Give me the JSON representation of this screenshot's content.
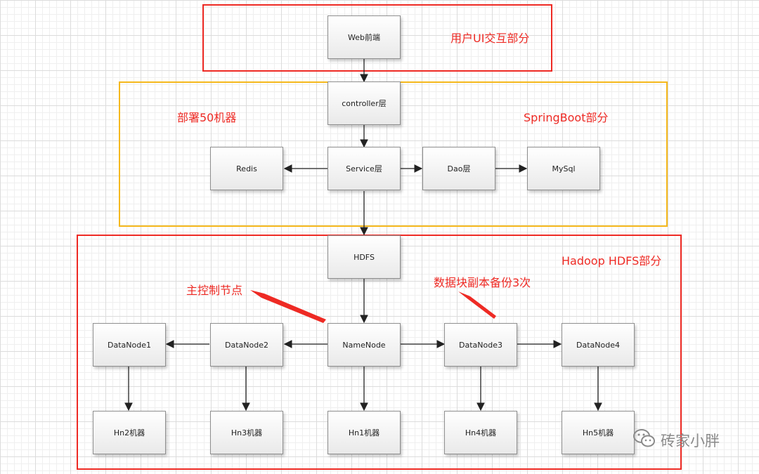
{
  "regions": {
    "ui": {
      "label": "用户UI交互部分"
    },
    "spring": {
      "label": "SpringBoot部分",
      "deploy_label": "部署50机器"
    },
    "hadoop": {
      "label": "Hadoop HDFS部分"
    }
  },
  "nodes": {
    "web": "Web前端",
    "controller": "controller层",
    "service": "Service层",
    "redis": "Redis",
    "dao": "Dao层",
    "mysql": "MySql",
    "hdfs": "HDFS",
    "namenode": "NameNode",
    "datanode1": "DataNode1",
    "datanode2": "DataNode2",
    "datanode3": "DataNode3",
    "datanode4": "DataNode4",
    "hn1": "Hn1机器",
    "hn2": "Hn2机器",
    "hn3": "Hn3机器",
    "hn4": "Hn4机器",
    "hn5": "Hn5机器"
  },
  "annotations": {
    "master": "主控制节点",
    "replica": "数据块副本备份3次"
  },
  "watermark": {
    "text": "砖家小胖",
    "icon": "wechat-icon"
  },
  "colors": {
    "red": "#ee2a24",
    "amber": "#f5b81c",
    "grid": "#dcdcdc"
  }
}
